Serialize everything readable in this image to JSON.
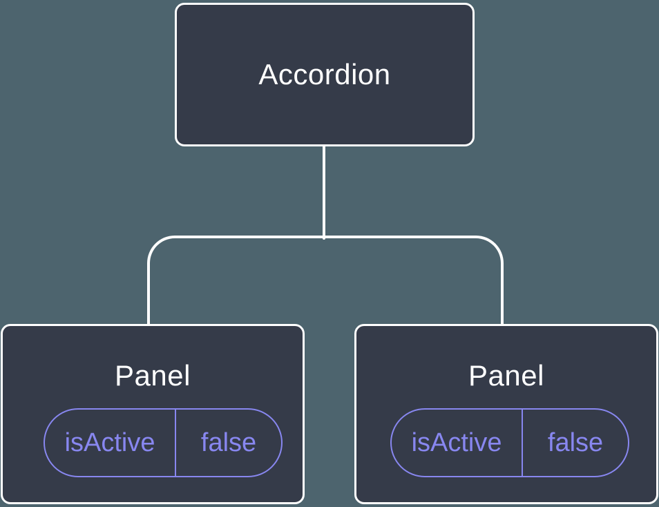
{
  "colors": {
    "background": "#4d646e",
    "node_fill": "#353b49",
    "node_border": "#ffffff",
    "state_accent": "#8887f0"
  },
  "tree": {
    "root": {
      "label": "Accordion"
    },
    "children": [
      {
        "label": "Panel",
        "state": {
          "key": "isActive",
          "value": "false"
        }
      },
      {
        "label": "Panel",
        "state": {
          "key": "isActive",
          "value": "false"
        }
      }
    ]
  }
}
